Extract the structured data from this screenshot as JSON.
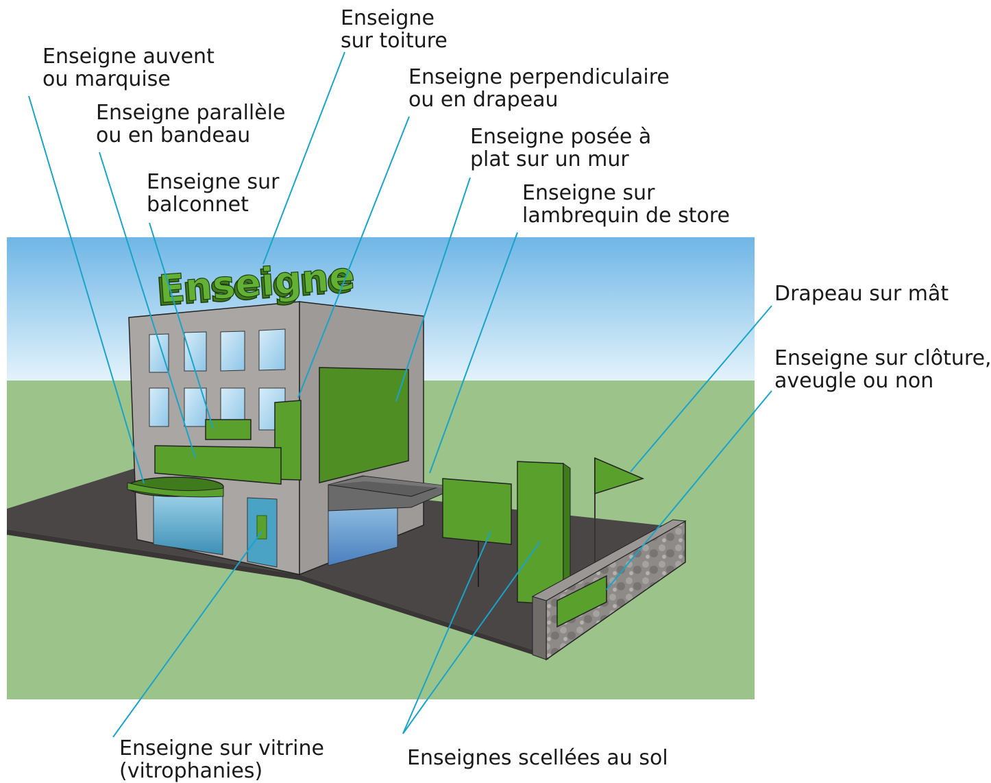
{
  "rooftop_sign_text": "Enseigne",
  "labels": {
    "toiture": [
      "Enseigne",
      "sur toiture"
    ],
    "auvent": [
      "Enseigne auvent",
      "ou marquise"
    ],
    "parallele": [
      "Enseigne parallèle",
      "ou en bandeau"
    ],
    "balconnet": [
      "Enseigne sur",
      "balconnet"
    ],
    "perpendiculaire": [
      "Enseigne perpendiculaire",
      "ou en drapeau"
    ],
    "plat": [
      "Enseigne posée à",
      "plat sur un mur"
    ],
    "lambrequin": [
      "Enseigne sur",
      "lambrequin de store"
    ],
    "drapeau": [
      "Drapeau sur mât"
    ],
    "cloture": [
      "Enseigne sur clôture,",
      "aveugle ou non"
    ],
    "vitrine": [
      "Enseigne sur vitrine",
      "(vitrophanies)"
    ],
    "sol": [
      "Enseignes scellées au sol"
    ]
  },
  "colors": {
    "sign_green": "#5aa02c",
    "sign_green_dark": "#3f7a1c",
    "leader_line": "#1aa3c8",
    "sky_top": "#6fb6e6",
    "ground": "#9cc48a",
    "pavement": "#4a4646",
    "wall": "#a9a6a3",
    "glass": "#58aac9"
  }
}
